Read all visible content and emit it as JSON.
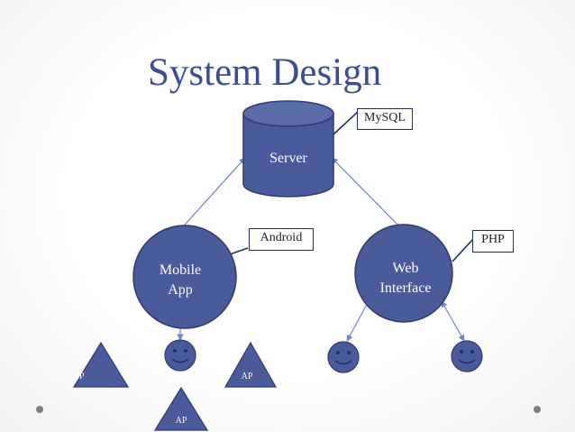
{
  "title": "System Design",
  "nodes": {
    "server": "Server",
    "mobile_app": "Mobile\nApp",
    "web_interface": "Web\nInterface"
  },
  "callouts": {
    "mysql": "MySQL",
    "android": "Android",
    "php": "PHP"
  },
  "access_points": [
    "AP",
    "AP",
    "AP"
  ],
  "users": {
    "icon": "smiley-face-icon",
    "count": 3
  },
  "colors": {
    "title": "#3c4e91",
    "shape_fill": "#4a5b9b",
    "shape_border": "#2e3b6e",
    "connector": "#6f84c2"
  }
}
